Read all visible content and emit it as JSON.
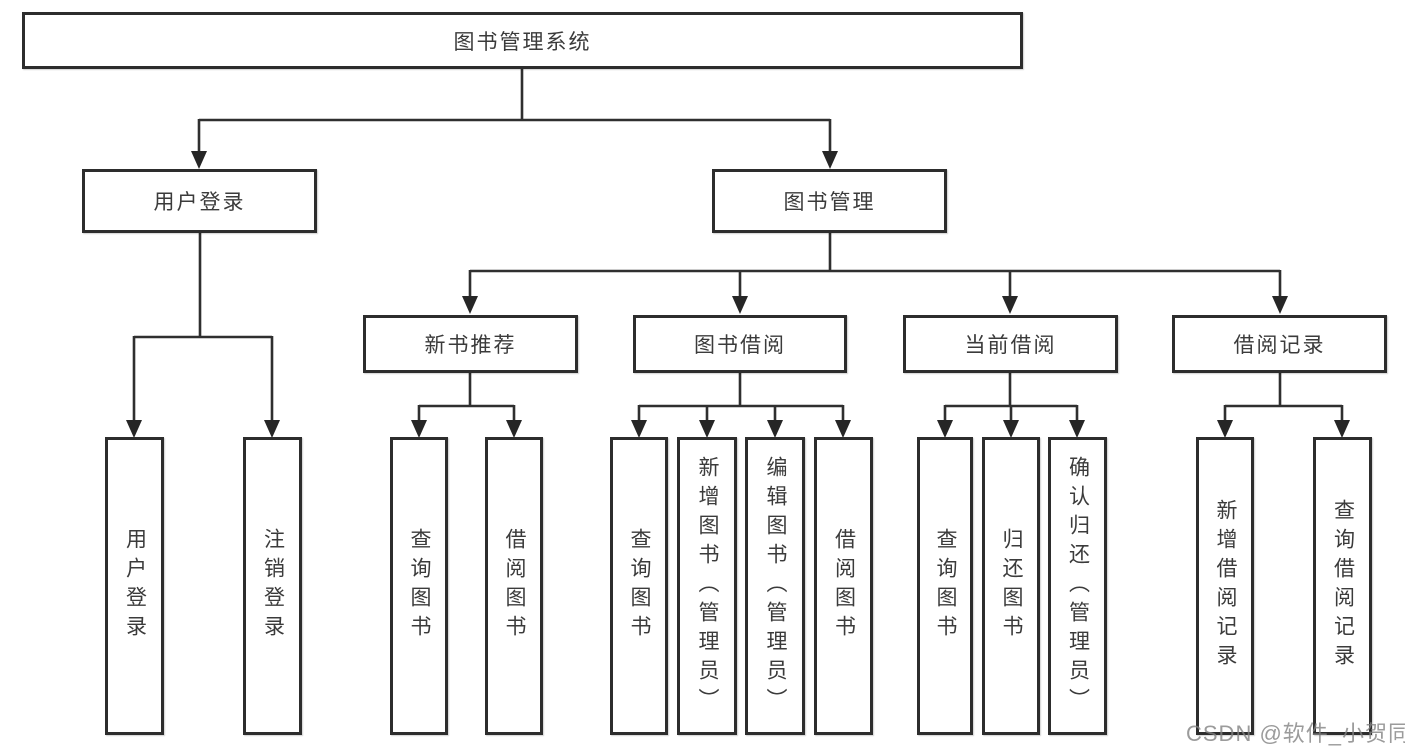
{
  "tree": {
    "label": "图书管理系统",
    "children": [
      {
        "label": "用户登录",
        "children": [
          {
            "label": "用户登录"
          },
          {
            "label": "注销登录"
          }
        ]
      },
      {
        "label": "图书管理",
        "children": [
          {
            "label": "新书推荐",
            "children": [
              {
                "label": "查询图书"
              },
              {
                "label": "借阅图书"
              }
            ]
          },
          {
            "label": "图书借阅",
            "children": [
              {
                "label": "查询图书"
              },
              {
                "label": "新增图书（管理员）"
              },
              {
                "label": "编辑图书（管理员）"
              },
              {
                "label": "借阅图书"
              }
            ]
          },
          {
            "label": "当前借阅",
            "children": [
              {
                "label": "查询图书"
              },
              {
                "label": "归还图书"
              },
              {
                "label": "确认归还（管理员）"
              }
            ]
          },
          {
            "label": "借阅记录",
            "children": [
              {
                "label": "新增借阅记录"
              },
              {
                "label": "查询借阅记录"
              }
            ]
          }
        ]
      }
    ]
  },
  "watermark": {
    "text": "CSDN @软件_小贺同学"
  },
  "colors": {
    "line": "#2f2f2f",
    "box_border": "#2d2d2d",
    "text": "#3b3b3b",
    "background": "#ffffff",
    "watermark": "#828282"
  }
}
